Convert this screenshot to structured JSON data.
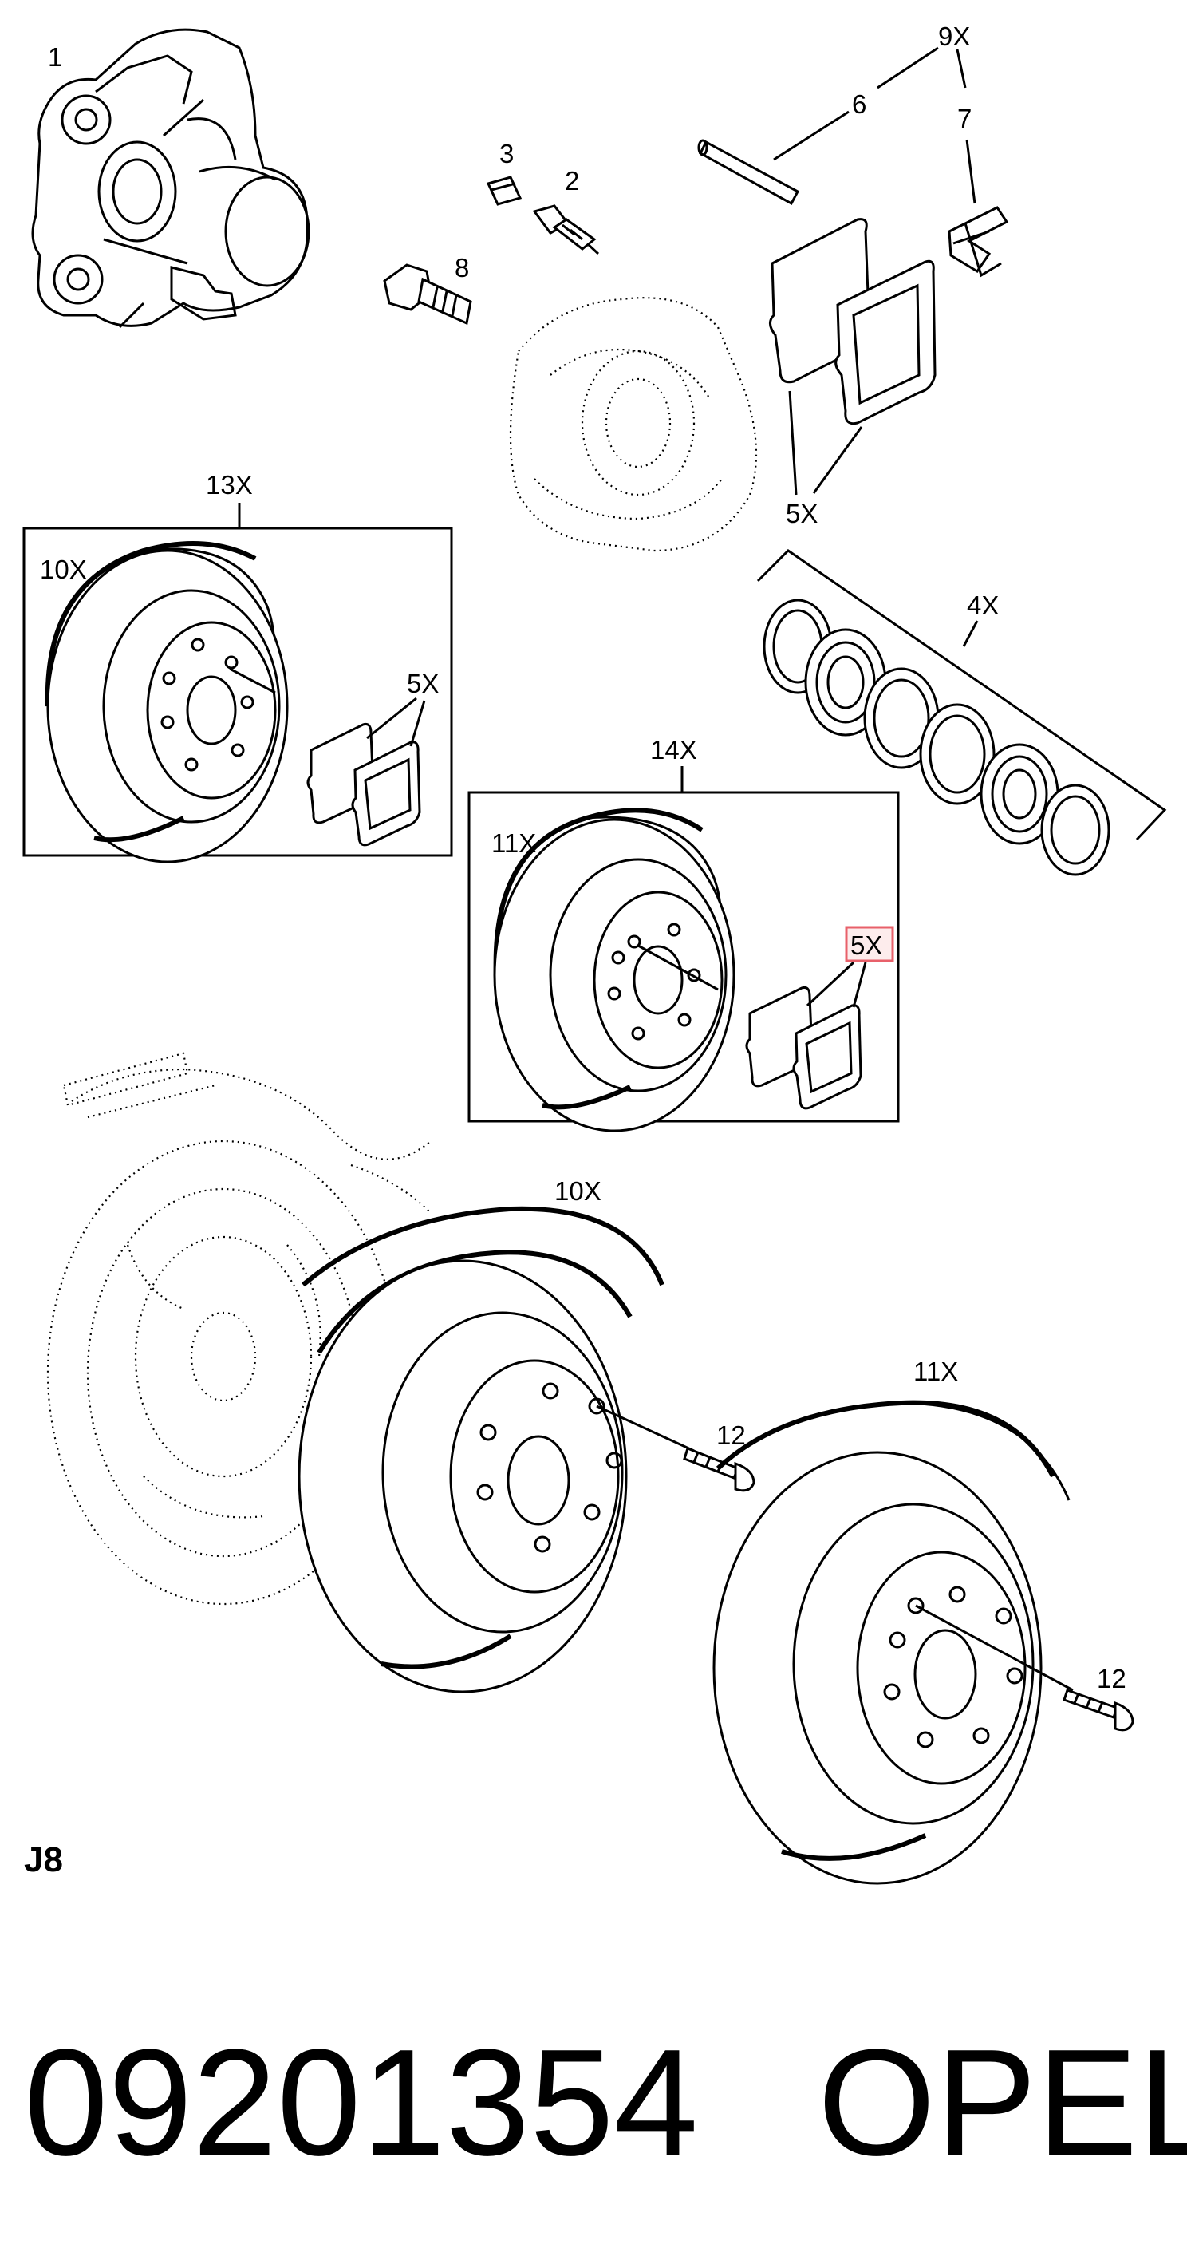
{
  "labels": {
    "caliper": "1",
    "bleed_screw": "2",
    "bleed_cap": "3",
    "seal_kit": "4X",
    "pads_top": "5X",
    "pads_box13": "5X",
    "pads_box14": "5X",
    "pin": "6",
    "spring": "7",
    "bolt": "8",
    "pin_spring_kit": "9X",
    "disc_box13": "10X",
    "disc_box14": "11X",
    "disc_bottom_left": "10X",
    "disc_bottom_right": "11X",
    "screw_left": "12",
    "screw_right": "12",
    "kit13": "13X",
    "kit14": "14X"
  },
  "section_code": "J8",
  "part_number": "09201354",
  "brand": "OPEL",
  "colors": {
    "highlight_border": "#e8606a",
    "highlight_fill": "#fdecec"
  }
}
